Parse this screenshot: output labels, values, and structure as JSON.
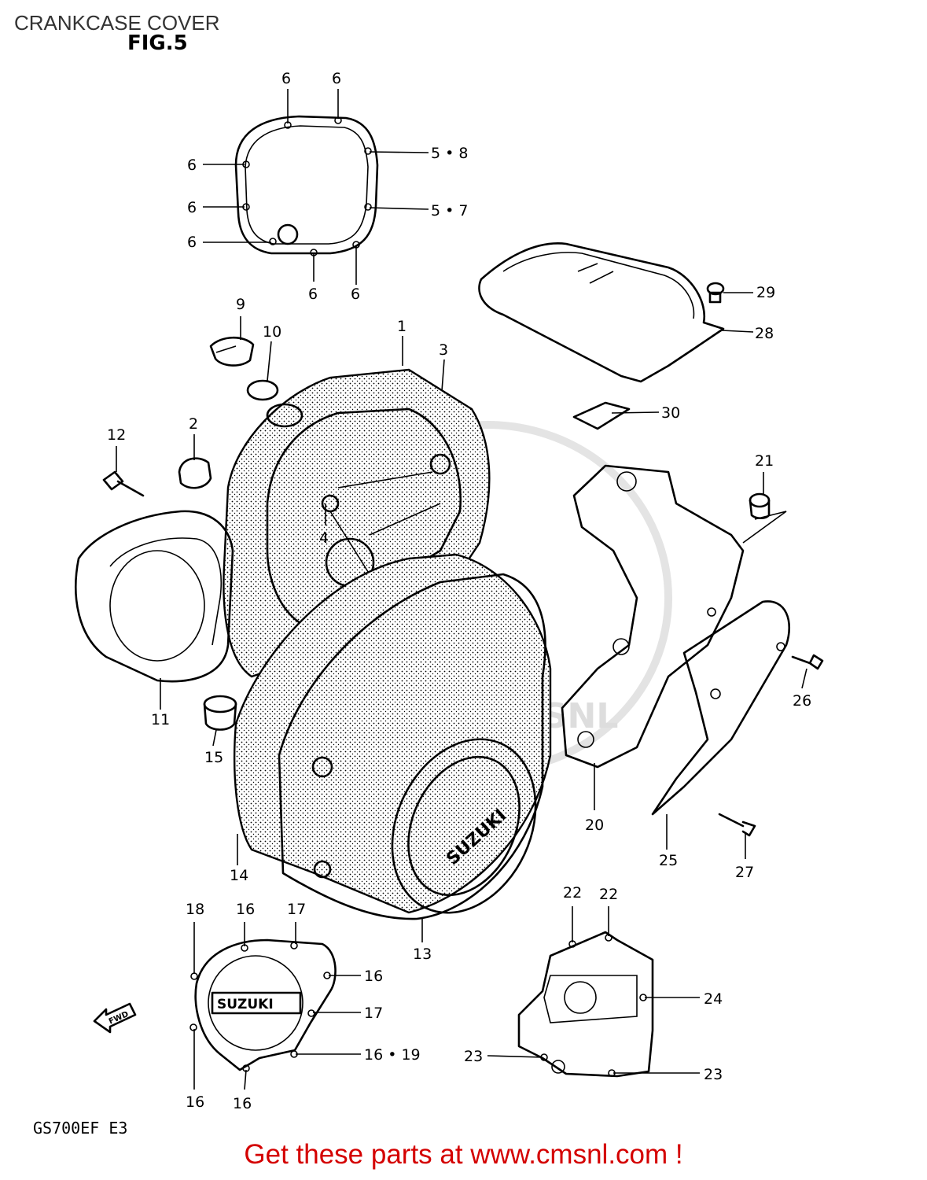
{
  "title": "CRANKCASE COVER",
  "figure": "FIG.5",
  "model": "GS700EF  E3",
  "promo": "Get these parts at www.cmsnl.com !",
  "promo_color": "#d40000",
  "watermark": "WWW.CMSNL",
  "badges": {
    "main_cover": "SUZUKI",
    "small_cover": "SUZUKI",
    "fwd": "FWD"
  },
  "callouts": [
    "6",
    "6",
    "6",
    "5 • 8",
    "6",
    "5 • 7",
    "6",
    "6",
    "6",
    "6",
    "29",
    "28",
    "9",
    "10",
    "1",
    "3",
    "30",
    "12",
    "2",
    "4",
    "21",
    "11",
    "15",
    "14",
    "26",
    "20",
    "25",
    "27",
    "13",
    "18",
    "16",
    "17",
    "16",
    "17",
    "16 • 19",
    "16",
    "16",
    "22",
    "22",
    "24",
    "23",
    "23"
  ]
}
